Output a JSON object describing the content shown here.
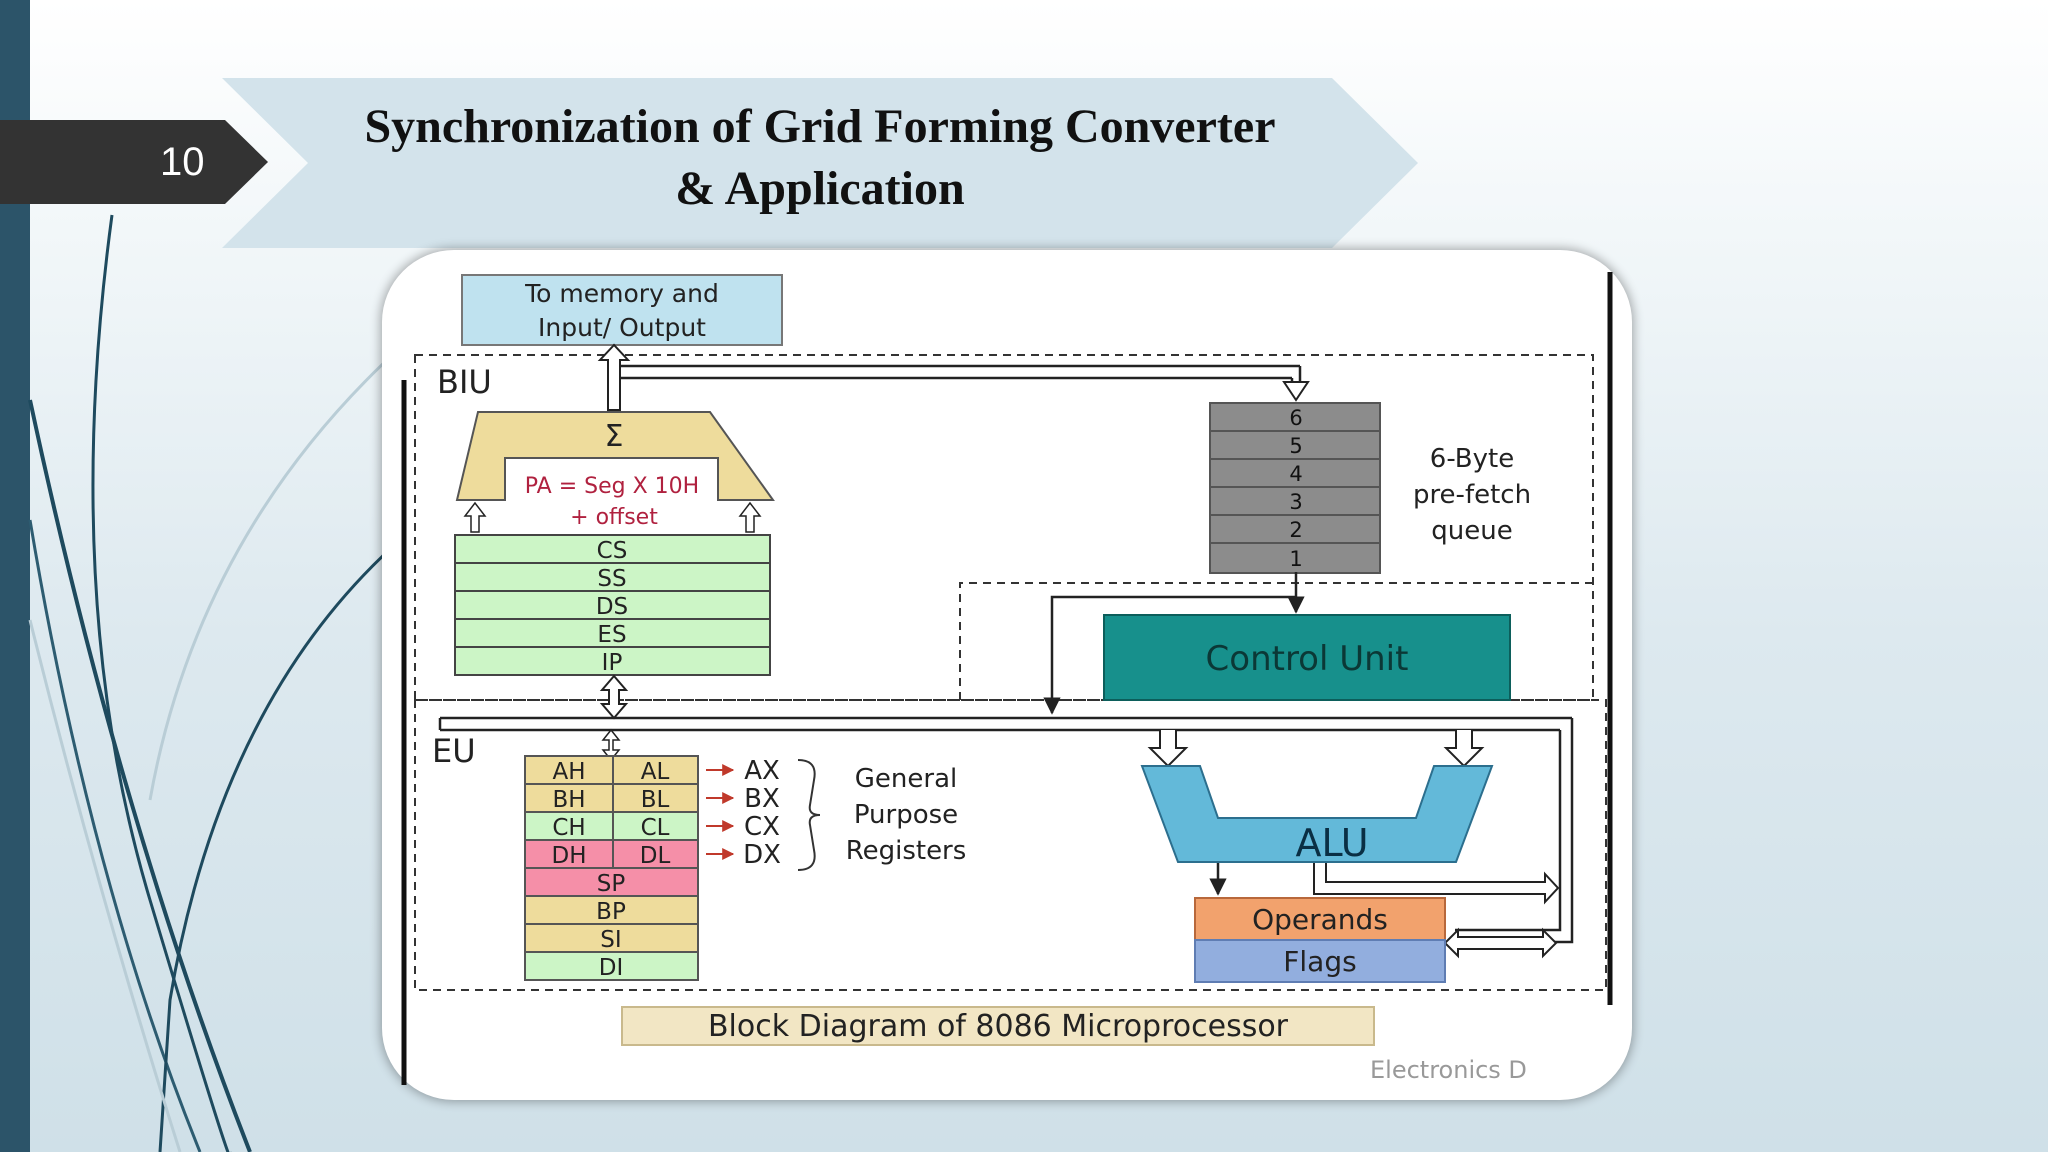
{
  "slide": {
    "number": "10",
    "title_line1": "Synchronization of Grid Forming Converter",
    "title_line2": "& Application"
  },
  "diagram": {
    "memory_io_line1": "To memory and",
    "memory_io_line2": "Input/ Output",
    "biu_label": "BIU",
    "eu_label": "EU",
    "sigma": "Σ",
    "adder_formula_line1": "PA = Seg X 10H",
    "adder_formula_line2": "+ offset",
    "segment_registers": [
      "CS",
      "SS",
      "DS",
      "ES",
      "IP"
    ],
    "queue_slots": [
      "6",
      "5",
      "4",
      "3",
      "2",
      "1"
    ],
    "queue_label_line1": "6-Byte",
    "queue_label_line2": "pre-fetch",
    "queue_label_line3": "queue",
    "control_unit": "Control Unit",
    "alu": "ALU",
    "operands": "Operands",
    "flags": "Flags",
    "gpr_high": [
      "AH",
      "BH",
      "CH",
      "DH"
    ],
    "gpr_low": [
      "AL",
      "BL",
      "CL",
      "DL"
    ],
    "gpr_pairs": [
      "AX",
      "BX",
      "CX",
      "DX"
    ],
    "pointer_registers": [
      "SP",
      "BP",
      "SI",
      "DI"
    ],
    "gpr_label_line1": "General",
    "gpr_label_line2": "Purpose",
    "gpr_label_line3": "Registers",
    "caption": "Block Diagram of 8086 Microprocessor",
    "watermark": "Electronics D"
  },
  "colors": {
    "sidebar": "#2c5469",
    "banner": "#d3e3eb",
    "control_unit": "#17908c",
    "alu": "#63b9d9",
    "operands": "#f2a26d",
    "flags": "#92aede",
    "segment_regs": "#ccf5c6",
    "adder": "#eedc9c"
  }
}
